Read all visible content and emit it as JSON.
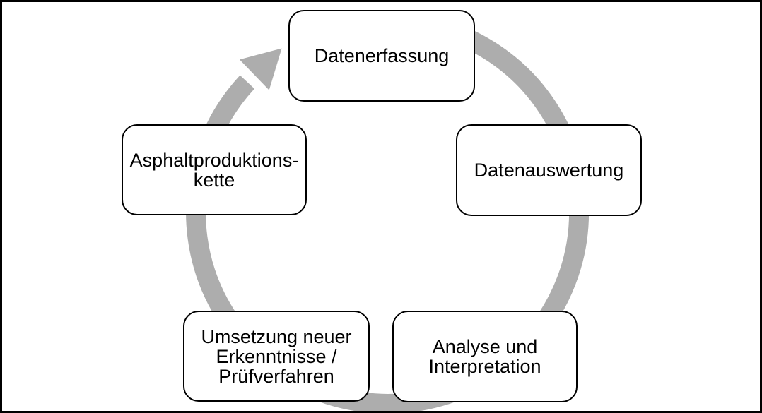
{
  "diagram": {
    "type": "process-cycle",
    "flow_direction": "clockwise",
    "background_color": "#ffffff",
    "frame_color": "#000000",
    "node_border_color": "#000000",
    "node_fill_color": "#ffffff",
    "text_color": "#000000",
    "arrow_color": "#adadad",
    "nodes": [
      {
        "id": "datenerfassung",
        "position": "top",
        "label": "Datenerfassung"
      },
      {
        "id": "datenauswertung",
        "position": "right",
        "label": "Datenauswertung"
      },
      {
        "id": "analyse-und-interpretation",
        "position": "bottom-right",
        "label": "Analyse und\nInterpretation"
      },
      {
        "id": "umsetzung-neuer-erkenntnisse-pruefverfahren",
        "position": "bottom-left",
        "label": "Umsetzung neuer\nErkenntnisse /\nPrüfverfahren"
      },
      {
        "id": "asphaltproduktionskette",
        "position": "left",
        "label": "Asphaltproduktions-\nkette"
      }
    ]
  }
}
